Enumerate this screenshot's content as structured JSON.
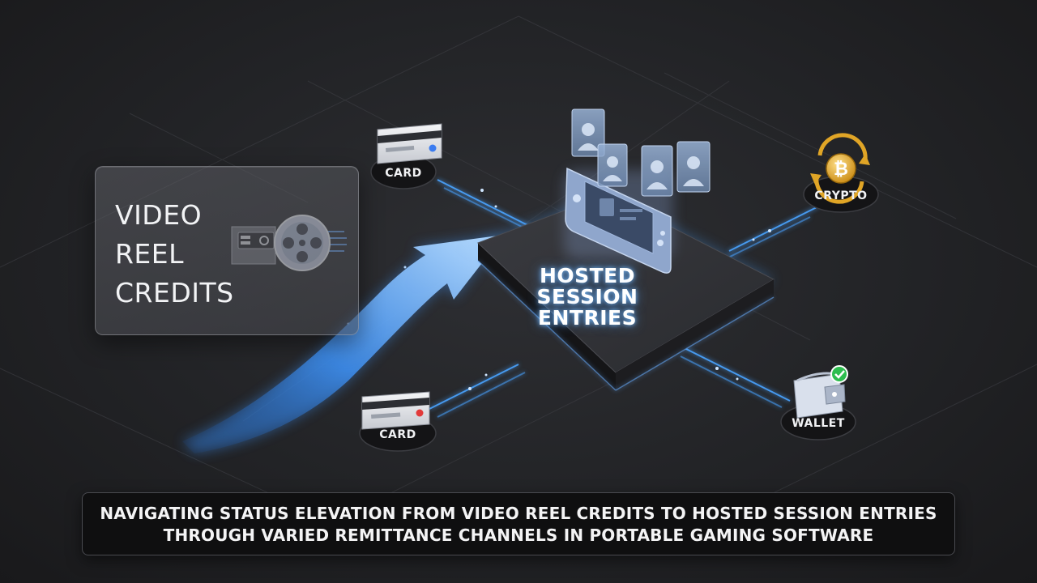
{
  "source": {
    "label_lines": [
      "VIDEO",
      "REEL",
      "CREDITS"
    ],
    "icon": "film-reel-icon"
  },
  "hub": {
    "title_lines": [
      "HOSTED",
      "SESSION",
      "ENTRIES"
    ],
    "icon": "handheld-console-icon"
  },
  "channels": {
    "card_top": {
      "label": "CARD",
      "icon": "credit-card-icon",
      "accent": "#3b7cf0"
    },
    "card_bottom": {
      "label": "CARD",
      "icon": "credit-card-icon",
      "accent": "#e23a3a"
    },
    "crypto": {
      "label": "CRYPTO",
      "icon": "bitcoin-icon",
      "accent": "#e0a526"
    },
    "wallet": {
      "label": "WALLET",
      "icon": "wallet-icon",
      "accent": "#2dbd4e"
    }
  },
  "caption": {
    "line1": "NAVIGATING STATUS ELEVATION FROM VIDEO REEL CREDITS TO HOSTED SESSION ENTRIES",
    "line2": "THROUGH VARIED REMITTANCE CHANNELS IN PORTABLE GAMING SOFTWARE"
  },
  "colors": {
    "glow_blue": "#4aa3ff",
    "background": "#222326"
  }
}
